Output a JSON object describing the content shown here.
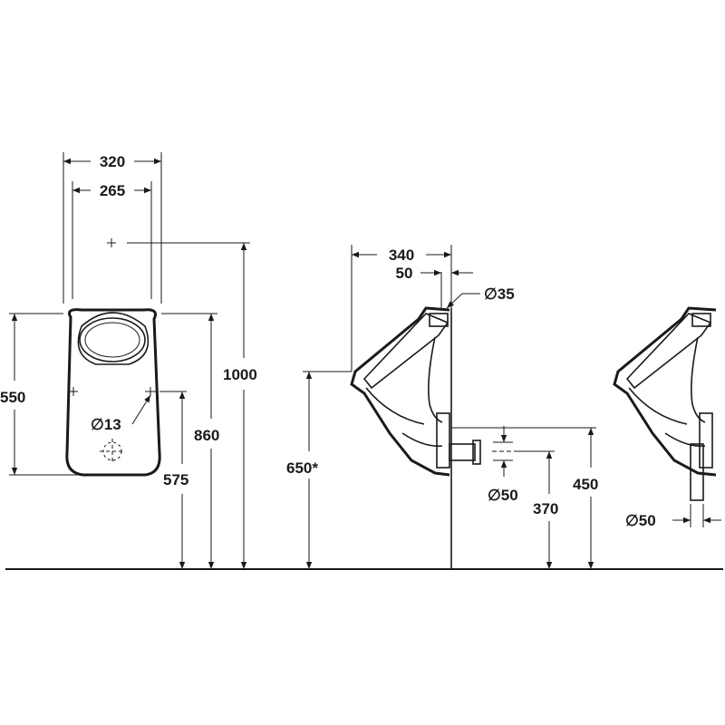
{
  "front_view": {
    "width_outer": "320",
    "width_inner": "265",
    "height_bowl": "550",
    "height_top": "1000",
    "height_rim": "860",
    "height_fix": "575",
    "hole_dia": "∅13"
  },
  "side_view": {
    "depth": "340",
    "inlet_offset": "50",
    "inlet_dia": "∅35",
    "mount_height": "650*",
    "outlet_dia": "∅50",
    "outlet_center": "370",
    "outlet_top": "450"
  },
  "alt_view": {
    "outlet_dia": "∅50"
  }
}
